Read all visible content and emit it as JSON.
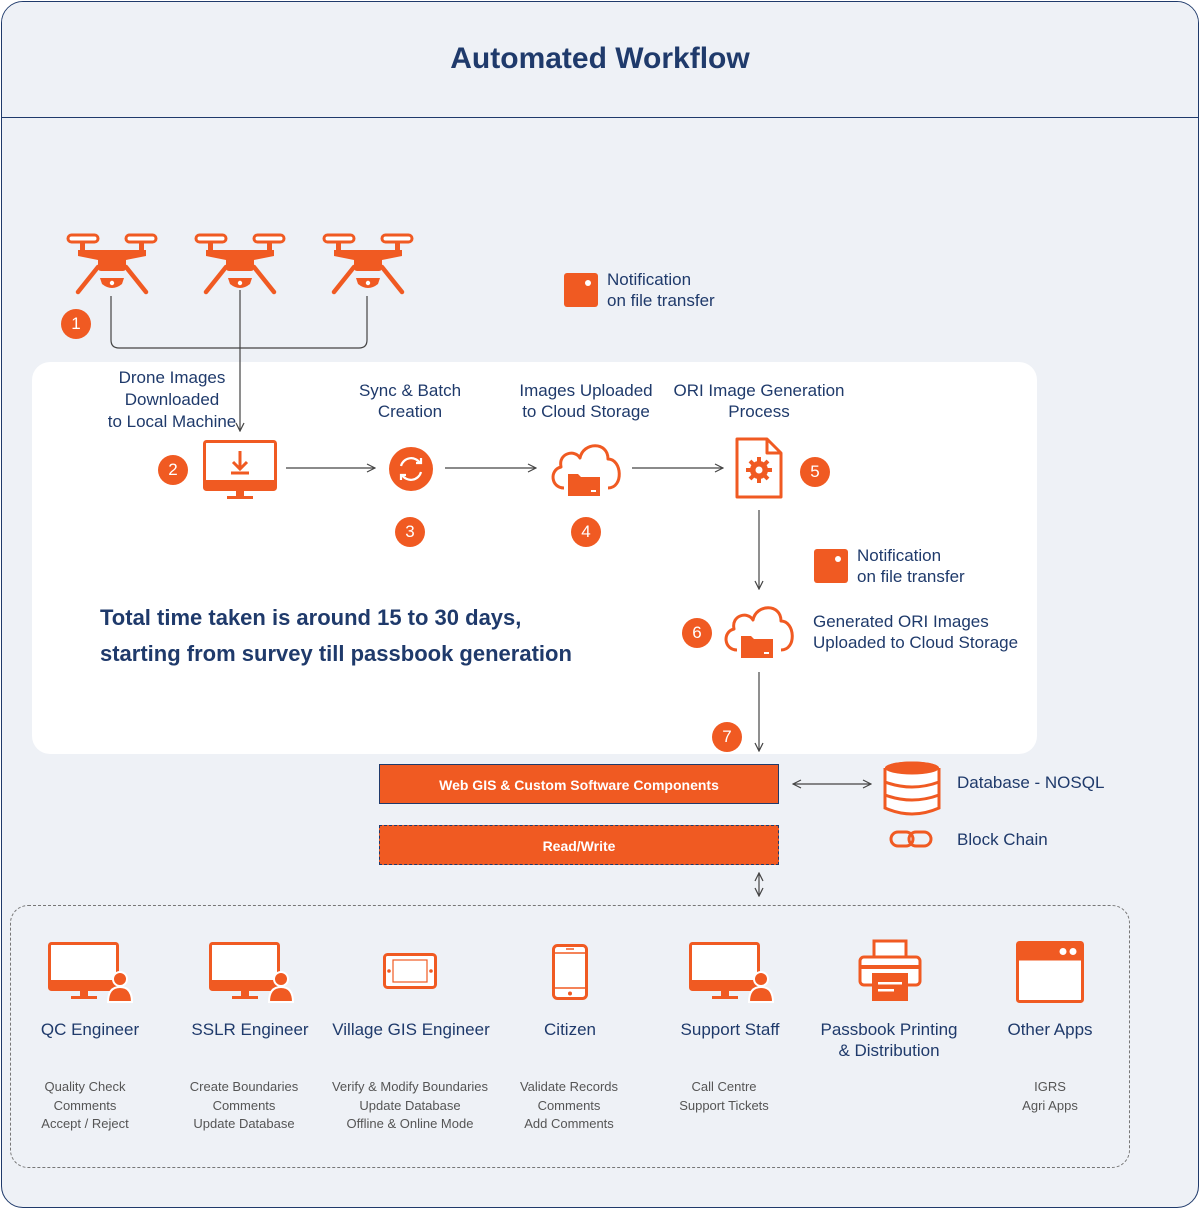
{
  "title": "Automated Workflow",
  "steps": {
    "s1": "1",
    "s2": "2",
    "s3": "3",
    "s4": "4",
    "s5": "5",
    "s6": "6",
    "s7": "7"
  },
  "labels": {
    "drone_images": [
      "Drone Images",
      "Downloaded",
      "to Local Machine"
    ],
    "sync_batch": [
      "Sync & Batch",
      "Creation"
    ],
    "images_uploaded": [
      "Images Uploaded",
      "to Cloud Storage"
    ],
    "ori_generation": [
      "ORI Image Generation",
      "Process"
    ],
    "notification_top": [
      "Notification",
      "on file transfer"
    ],
    "notification_mid": [
      "Notification",
      "on file transfer"
    ],
    "generated_ori": [
      "Generated ORI Images",
      "Uploaded to Cloud Storage"
    ]
  },
  "notice": [
    "Total time taken is around 15 to 30 days,",
    "starting from survey till passbook generation"
  ],
  "bars": {
    "web_gis": "Web GIS & Custom Software Components",
    "read_write": "Read/Write"
  },
  "side": {
    "database": "Database - NOSQL",
    "blockchain": "Block Chain"
  },
  "users": [
    {
      "title": [
        "QC Engineer"
      ],
      "desc": [
        "Quality Check",
        "Comments",
        "Accept / Reject"
      ],
      "icon": "monitor-user-icon"
    },
    {
      "title": [
        "SSLR Engineer"
      ],
      "desc": [
        "Create Boundaries",
        "Comments",
        "Update Database"
      ],
      "icon": "monitor-user-icon"
    },
    {
      "title": [
        "Village GIS Engineer"
      ],
      "desc": [
        "Verify & Modify Boundaries",
        "Update Database",
        "Offline & Online Mode"
      ],
      "icon": "tablet-icon"
    },
    {
      "title": [
        "Citizen"
      ],
      "desc": [
        "Validate Records",
        "Comments",
        "Add Comments"
      ],
      "icon": "phone-icon"
    },
    {
      "title": [
        "Support Staff"
      ],
      "desc": [
        "Call Centre",
        "Support Tickets"
      ],
      "icon": "monitor-user-icon"
    },
    {
      "title": [
        "Passbook Printing",
        "& Distribution"
      ],
      "desc": [],
      "icon": "printer-icon"
    },
    {
      "title": [
        "Other Apps"
      ],
      "desc": [
        "IGRS",
        "Agri Apps"
      ],
      "icon": "browser-window-icon"
    }
  ],
  "colors": {
    "accent": "#f05a22",
    "navy": "#1f3a6b",
    "background": "#eef1f6"
  }
}
